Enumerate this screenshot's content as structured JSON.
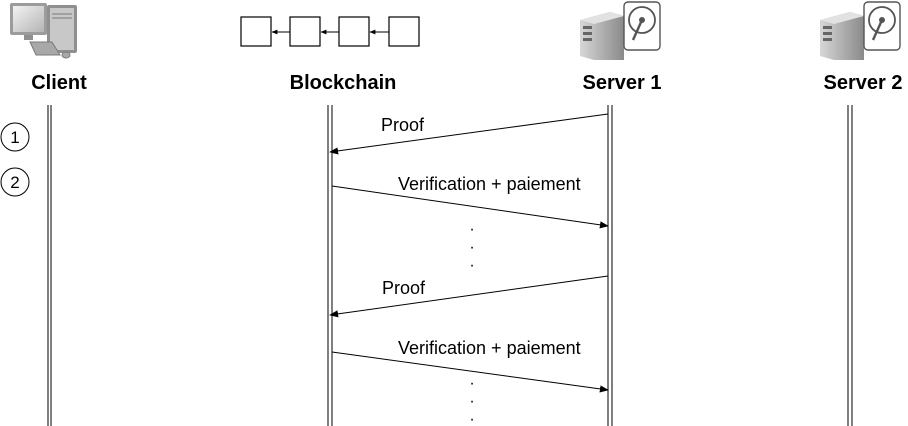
{
  "actors": {
    "client": {
      "label": "Client",
      "icon": "desktop-computer-icon"
    },
    "blockchain": {
      "label": "Blockchain",
      "icon": "block-chain-icon"
    },
    "server1": {
      "label": "Server 1",
      "icon": "server-with-disk-icon"
    },
    "server2": {
      "label": "Server 2",
      "icon": "server-with-disk-icon"
    }
  },
  "steps": [
    "1",
    "2"
  ],
  "messages": [
    {
      "label": "Proof",
      "from": "Server 1",
      "to": "Blockchain"
    },
    {
      "label": "Verification + paiement",
      "from": "Blockchain",
      "to": "Server 1"
    },
    {
      "label": "Proof",
      "from": "Server 1",
      "to": "Blockchain"
    },
    {
      "label": "Verification + paiement",
      "from": "Blockchain",
      "to": "Server 1"
    }
  ],
  "continuation": "·"
}
